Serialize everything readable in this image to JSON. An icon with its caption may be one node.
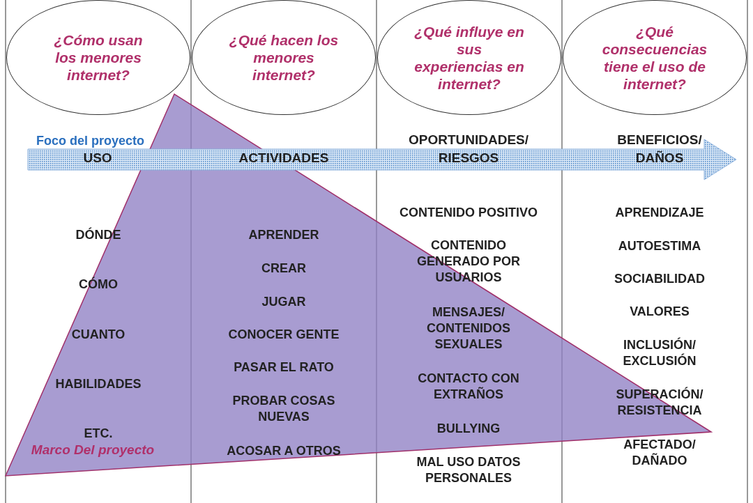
{
  "diagram": {
    "nodes": [
      {
        "text": [
          "¿Cómo usan los menores internet?"
        ]
      },
      {
        "text": [
          "¿Qué hacen los menores internet?"
        ]
      },
      {
        "text": [
          "¿Qué influye en sus experiencias en internet?"
        ]
      },
      {
        "text": [
          "¿Qué consecuencias tiene el uso de internet?"
        ]
      }
    ],
    "edges": [],
    "labels": [
      "Foco del proyecto",
      "USO",
      "ACTIVIDADES",
      "OPORTUNIDADES/ RIESGOS",
      "BENEFICIOS/ DAÑOS",
      "DÓNDE",
      "CÓMO",
      "CUANTO",
      "HABILIDADES",
      "ETC.",
      "Marco Del proyecto",
      "APRENDER",
      "CREAR",
      "JUGAR",
      "CONOCER GENTE",
      "PASAR EL RATO",
      "PROBAR COSAS NUEVAS",
      "ACOSAR A OTROS",
      "CONTENIDO POSITIVO",
      "CONTENIDO GENERADO POR USUARIOS",
      "MENSAJES/ CONTENIDOS SEXUALES",
      "CONTACTO CON EXTRAÑOS",
      "BULLYING",
      "MAL USO DATOS PERSONALES",
      "APRENDIZAJE",
      "AUTOESTIMA",
      "SOCIABILIDAD",
      "VALORES",
      "INCLUSIÓN/ EXCLUSIÓN",
      "SUPERACIÓN/ RESISTENCIA",
      "AFECTADO/ DAÑADO"
    ]
  }
}
